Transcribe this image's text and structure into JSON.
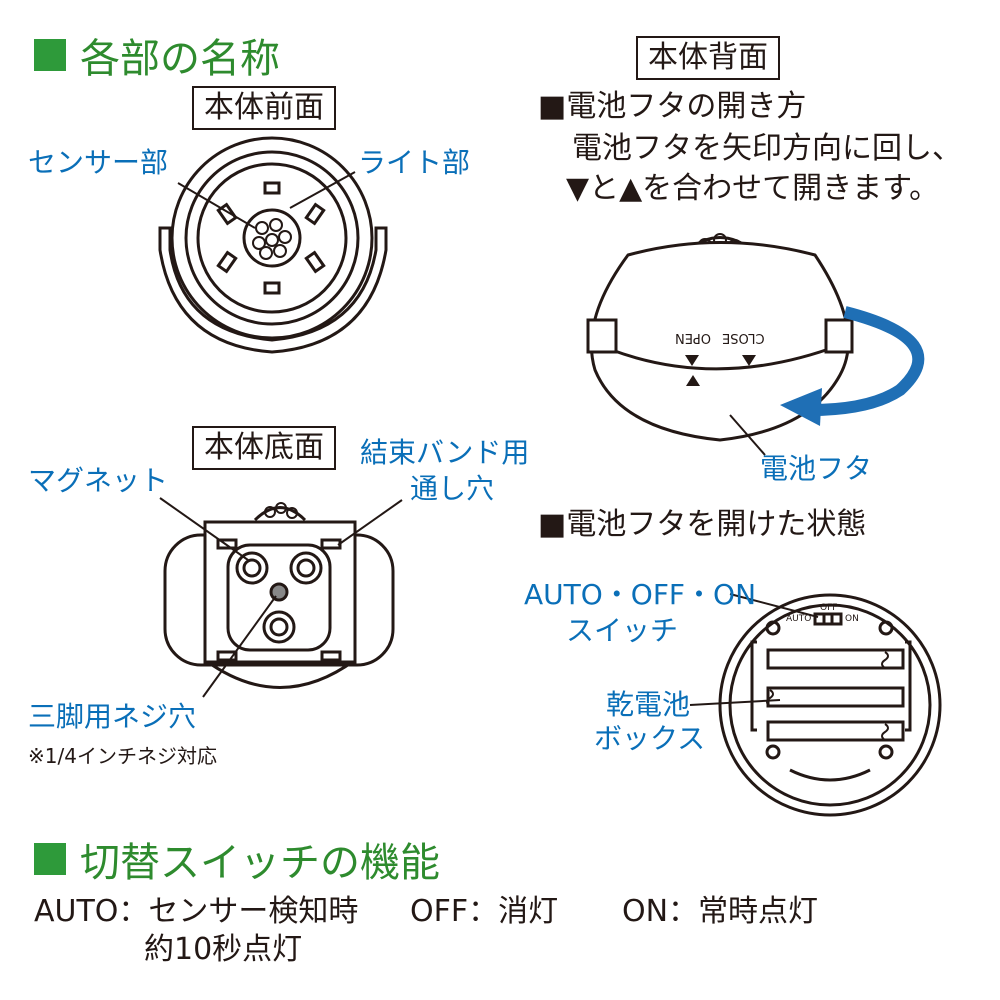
{
  "sections": {
    "parts_title": "各部の名称",
    "function_title": "切替スイッチの機能"
  },
  "views": {
    "front": "本体前面",
    "back": "本体背面",
    "bottom": "本体底面"
  },
  "front_labels": {
    "sensor": "センサー部",
    "light": "ライト部"
  },
  "bottom_labels": {
    "magnet": "マグネット",
    "band_hole_1": "結束バンド用",
    "band_hole_2": "通し穴",
    "tripod": "三脚用ネジ穴",
    "tripod_note": "※1/4インチネジ対応"
  },
  "back_text": {
    "how_to_open": "■電池フタの開き方",
    "instruction_1": "電池フタを矢印方向に回し、",
    "instruction_2": "▼と▲を合わせて開きます。",
    "close_mark": "CLOSE",
    "open_mark": "OPEN",
    "cover_label": "電池フタ",
    "opened_state": "■電池フタを開けた状態"
  },
  "opened_labels": {
    "switch_1": "AUTO・OFF・ON",
    "switch_2": "スイッチ",
    "switch_auto": "AUTO",
    "switch_off": "OFF",
    "switch_on": "ON",
    "battery_1": "乾電池",
    "battery_2": "ボックス"
  },
  "functions": {
    "auto_key": "AUTO：",
    "auto_desc_1": "センサー検知時",
    "auto_desc_2": "約10秒点灯",
    "off_key": "OFF：",
    "off_desc": "消灯",
    "on_key": "ON：",
    "on_desc": "常時点灯"
  },
  "colors": {
    "heading_green": "#2e8b2e",
    "label_blue": "#0a6fb8",
    "arrow_blue": "#1f6fb5",
    "line": "#231815"
  }
}
